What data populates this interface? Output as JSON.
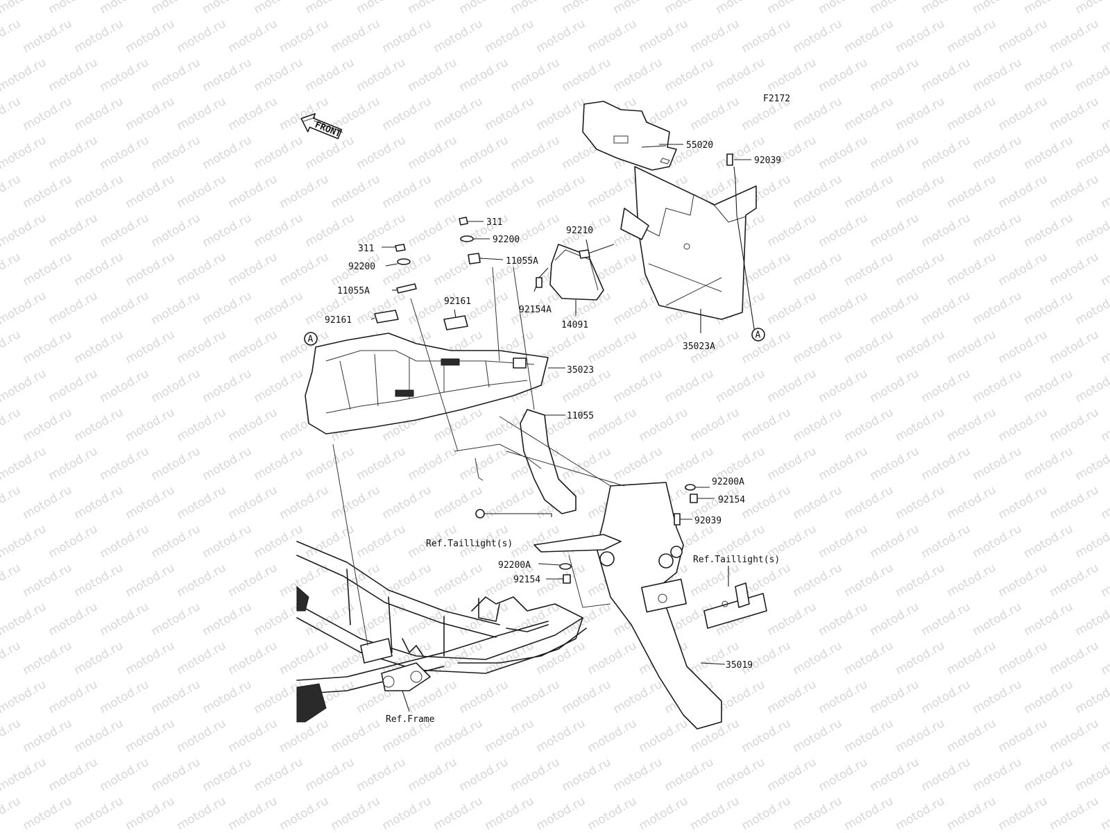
{
  "figure_code": "F2172",
  "watermark": "motod.ru",
  "front_arrow_label": "FRONT",
  "callout_marker": "A",
  "part_labels": {
    "p55020": "55020",
    "p92039_top": "92039",
    "p92210": "92210",
    "p311_right": "311",
    "p92200_right": "92200",
    "p11055A_right": "11055A",
    "p311_left": "311",
    "p92200_left": "92200",
    "p11055A_left": "11055A",
    "p92161_right": "92161",
    "p92161_left": "92161",
    "p92154A": "92154A",
    "p14091": "14091",
    "p35023A": "35023A",
    "p35023": "35023",
    "p11055": "11055",
    "p92200A_right": "92200A",
    "p92154_right": "92154",
    "p92039_mid": "92039",
    "ref_taillight_left": "Ref.Taillight(s)",
    "ref_taillight_right": "Ref.Taillight(s)",
    "p92200A_left": "92200A",
    "p92154_left": "92154",
    "p35019": "35019",
    "ref_frame": "Ref.Frame"
  }
}
